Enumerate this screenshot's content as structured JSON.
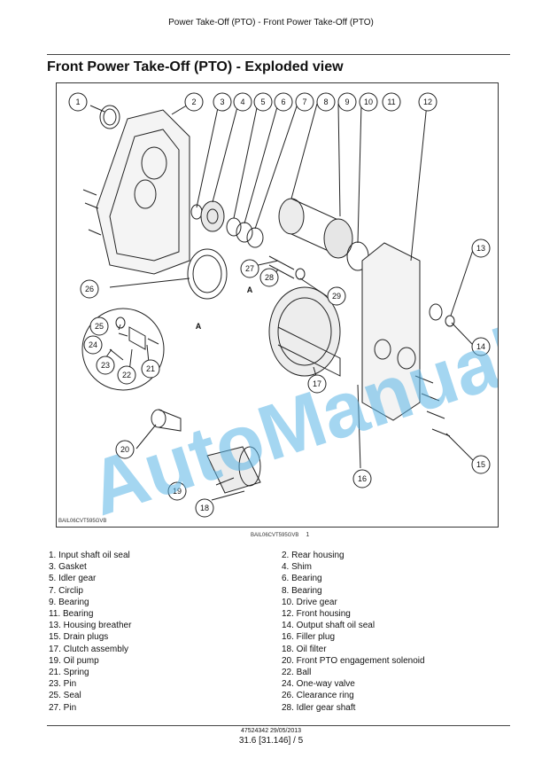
{
  "header": {
    "running_title": "Power Take-Off (PTO) - Front Power Take-Off (PTO)"
  },
  "page_title": "Front Power Take-Off (PTO) - Exploded view",
  "figure": {
    "image_code": "BAIL06CVT595GVB",
    "caption_code": "BAIL06CVT595GVB",
    "figure_number": "1",
    "callouts": [
      "1",
      "2",
      "3",
      "4",
      "5",
      "6",
      "7",
      "8",
      "9",
      "10",
      "11",
      "12",
      "13",
      "14",
      "15",
      "16",
      "17",
      "18",
      "19",
      "20",
      "21",
      "22",
      "23",
      "24",
      "25",
      "26",
      "27",
      "28",
      "29"
    ],
    "detail_label": "A",
    "watermark": "AutoManual",
    "colors": {
      "watermark": "#5ab4e6",
      "line": "#222222"
    }
  },
  "legend": {
    "left": [
      "1.  Input shaft oil seal",
      "3.  Gasket",
      "5.  Idler gear",
      "7.  Circlip",
      "9.  Bearing",
      "11.  Bearing",
      "13.  Housing breather",
      "15.  Drain plugs",
      "17.  Clutch assembly",
      "19.  Oil pump",
      "21.  Spring",
      "23.  Pin",
      "25.  Seal",
      "27.  Pin"
    ],
    "right": [
      "2.  Rear housing",
      "4.  Shim",
      "6.  Bearing",
      "8.  Bearing",
      "10.  Drive gear",
      "12.  Front housing",
      "14.  Output shaft oil seal",
      "16.  Filler plug",
      "18.  Oil filter",
      "20.  Front PTO engagement solenoid",
      "22.  Ball",
      "24.  One-way valve",
      "26.  Clearance ring",
      "28.  Idler gear shaft"
    ]
  },
  "footer": {
    "doc_ref": "47524342 29/05/2013",
    "page_ref": "31.6 [31.146] / 5"
  }
}
